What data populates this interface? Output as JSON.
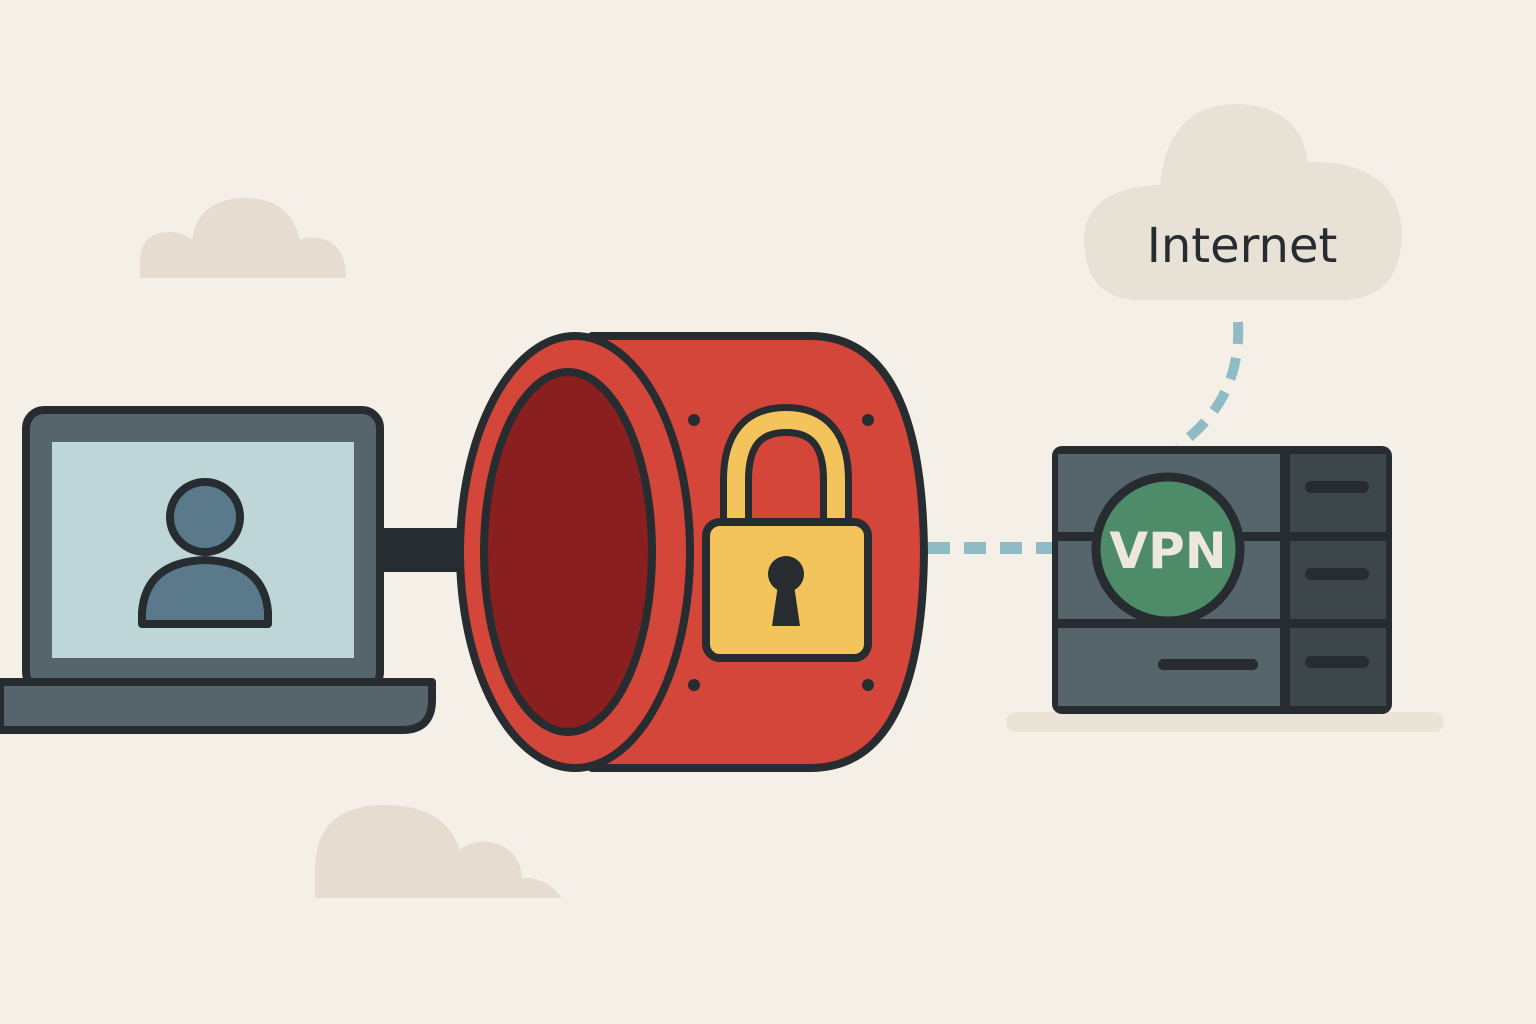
{
  "diagram": {
    "type": "network-illustration",
    "subject": "VPN tunnel between a laptop and a VPN server connected to the Internet",
    "nodes": [
      {
        "id": "laptop",
        "icon": "laptop-with-user-icon",
        "label": ""
      },
      {
        "id": "tunnel",
        "icon": "encrypted-tunnel-with-padlock-icon",
        "label": ""
      },
      {
        "id": "vpn_server",
        "icon": "server-rack-icon",
        "label": "VPN"
      },
      {
        "id": "internet",
        "icon": "cloud-icon",
        "label": "Internet"
      }
    ],
    "edges": [
      {
        "from": "laptop",
        "to": "tunnel",
        "style": "solid"
      },
      {
        "from": "tunnel",
        "to": "vpn_server",
        "style": "dashed"
      },
      {
        "from": "vpn_server",
        "to": "internet",
        "style": "dashed-curve"
      }
    ]
  },
  "labels": {
    "internet": "Internet",
    "vpn_badge": "VPN"
  },
  "colors": {
    "background": "#f5f0e7",
    "outline": "#262c30",
    "laptop_body": "#56646b",
    "laptop_screen": "#bed6d8",
    "user_avatar": "#5a7a8c",
    "tunnel_red": "#d4453a",
    "tunnel_inner": "#8a1f1f",
    "padlock_yellow": "#f4c45c",
    "server_panel": "#56646b",
    "server_dark": "#3d464b",
    "vpn_green": "#4e8c69",
    "dash_link": "#8fbcc4",
    "cloud_fill": "#e8e1d6",
    "deco_cloud": "#e6ddd0"
  }
}
